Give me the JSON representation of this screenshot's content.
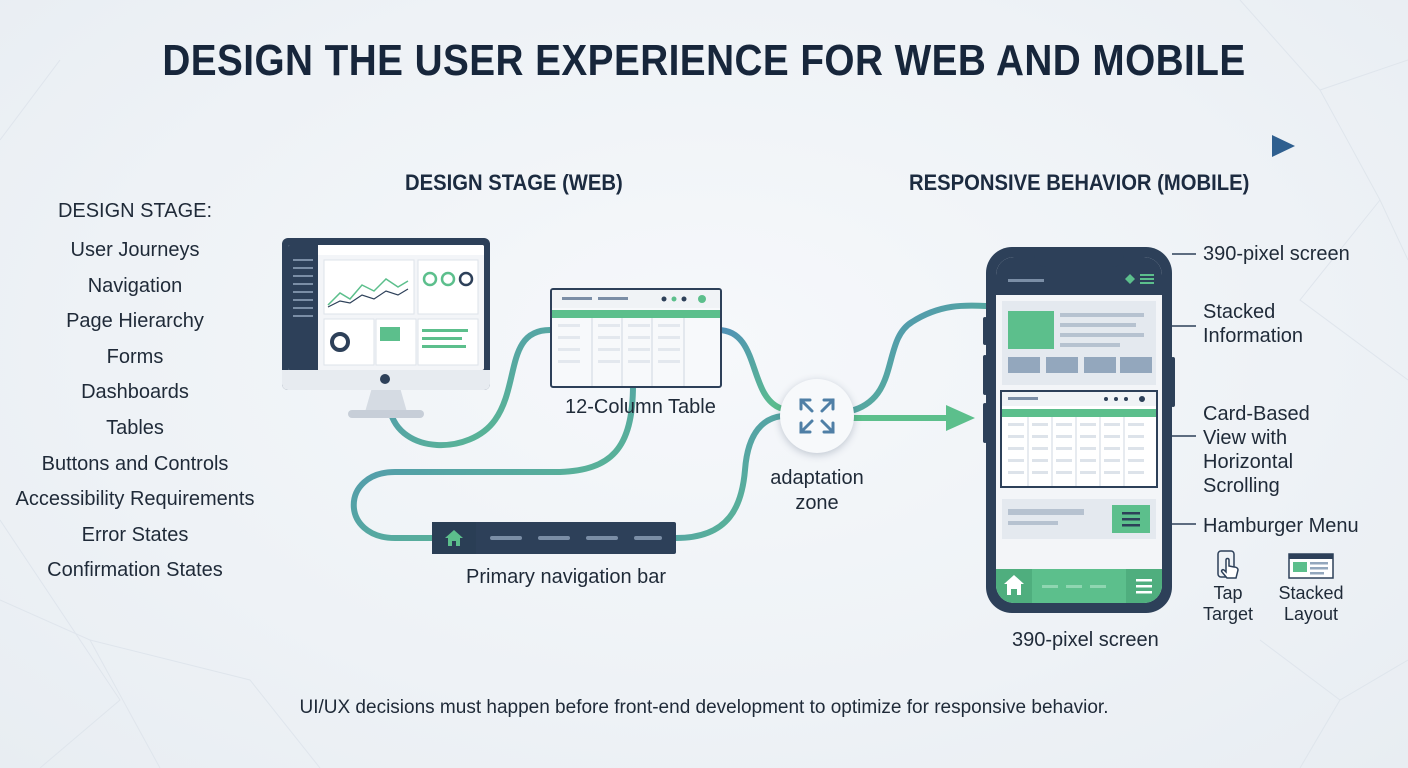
{
  "title": "DESIGN THE USER EXPERIENCE FOR WEB AND MOBILE",
  "columns": {
    "web": "DESIGN STAGE (WEB)",
    "mobile": "RESPONSIVE BEHAVIOR (MOBILE)"
  },
  "design_stage": {
    "header": "DESIGN STAGE:",
    "items": [
      "User Journeys",
      "Navigation",
      "Page Hierarchy",
      "Forms",
      "Dashboards",
      "Tables",
      "Buttons and Controls",
      "Accessibility Requirements",
      "Error States",
      "Confirmation States"
    ]
  },
  "web_nodes": {
    "table_label": "12-Column Table",
    "nav_label": "Primary navigation bar",
    "adaptation_label": "adaptation zone"
  },
  "mobile": {
    "screen_label_top": "390-pixel screen",
    "screen_label_bottom": "390-pixel screen",
    "stacked_information": "Stacked Information",
    "card_view": "Card-Based View with Horizontal Scrolling",
    "hamburger": "Hamburger Menu",
    "tap_target": "Tap Target",
    "stacked_layout": "Stacked Layout"
  },
  "footer": "UI/UX decisions must happen before front-end development to optimize for responsive behavior.",
  "colors": {
    "navy": "#2d4059",
    "green": "#5cbf8c",
    "blue": "#4f8fb8",
    "text": "#1f2a38"
  },
  "icons": [
    "home-icon",
    "expand-arrows-icon",
    "hamburger-icon",
    "tap-hand-icon",
    "stacked-layout-icon"
  ]
}
